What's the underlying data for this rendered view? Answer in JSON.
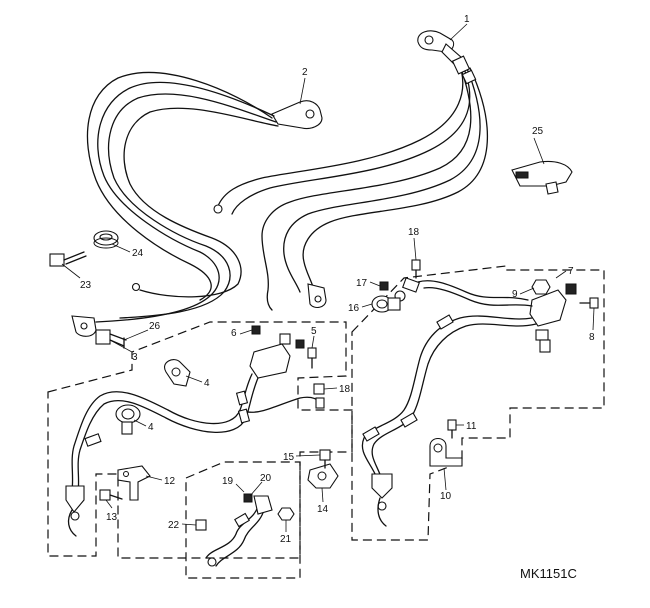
{
  "drawing_code": "MK1151C",
  "callouts": [
    {
      "id": "c1",
      "label": "1"
    },
    {
      "id": "c2",
      "label": "2"
    },
    {
      "id": "c3",
      "label": "3"
    },
    {
      "id": "c4a",
      "label": "4"
    },
    {
      "id": "c4b",
      "label": "4"
    },
    {
      "id": "c5",
      "label": "5"
    },
    {
      "id": "c6",
      "label": "6"
    },
    {
      "id": "c7",
      "label": "7"
    },
    {
      "id": "c8",
      "label": "8"
    },
    {
      "id": "c9",
      "label": "9"
    },
    {
      "id": "c10",
      "label": "10"
    },
    {
      "id": "c11",
      "label": "11"
    },
    {
      "id": "c12",
      "label": "12"
    },
    {
      "id": "c13",
      "label": "13"
    },
    {
      "id": "c14",
      "label": "14"
    },
    {
      "id": "c15",
      "label": "15"
    },
    {
      "id": "c16",
      "label": "16"
    },
    {
      "id": "c17",
      "label": "17"
    },
    {
      "id": "c18a",
      "label": "18"
    },
    {
      "id": "c18b",
      "label": "18"
    },
    {
      "id": "c19",
      "label": "19"
    },
    {
      "id": "c20",
      "label": "20"
    },
    {
      "id": "c21",
      "label": "21"
    },
    {
      "id": "c22",
      "label": "22"
    },
    {
      "id": "c23",
      "label": "23"
    },
    {
      "id": "c24",
      "label": "24"
    },
    {
      "id": "c25",
      "label": "25"
    },
    {
      "id": "c26",
      "label": "26"
    }
  ]
}
